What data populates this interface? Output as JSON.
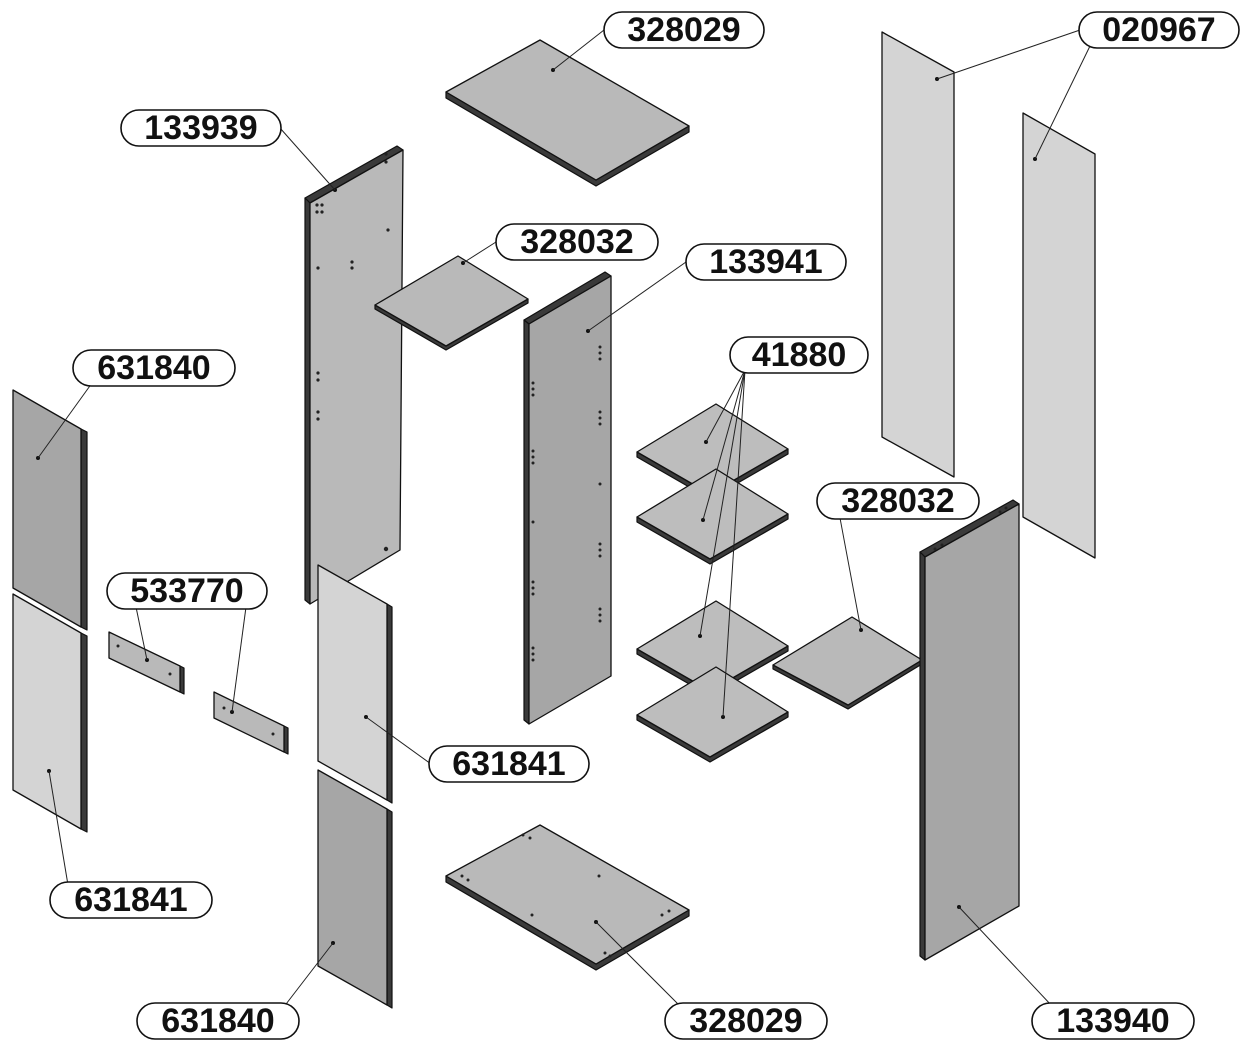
{
  "labels": {
    "top_panel": "328029",
    "side_panel_left": "133939",
    "back_panels": "020967",
    "small_shelf_top": "328032",
    "divider_panel": "133941",
    "shelves": "41880",
    "door_upper_left": "631840",
    "door_lower_left": "631841",
    "rails": "533770",
    "door_upper_mid": "631841",
    "small_shelf_right": "328032",
    "door_lower_mid": "631840",
    "bottom_panel": "328029",
    "side_panel_right": "133940"
  },
  "colors": {
    "panel_light": "#d4d4d4",
    "panel_mid": "#b9b9b9",
    "panel_dark": "#a6a6a6",
    "edge": "#3a3a3a"
  }
}
